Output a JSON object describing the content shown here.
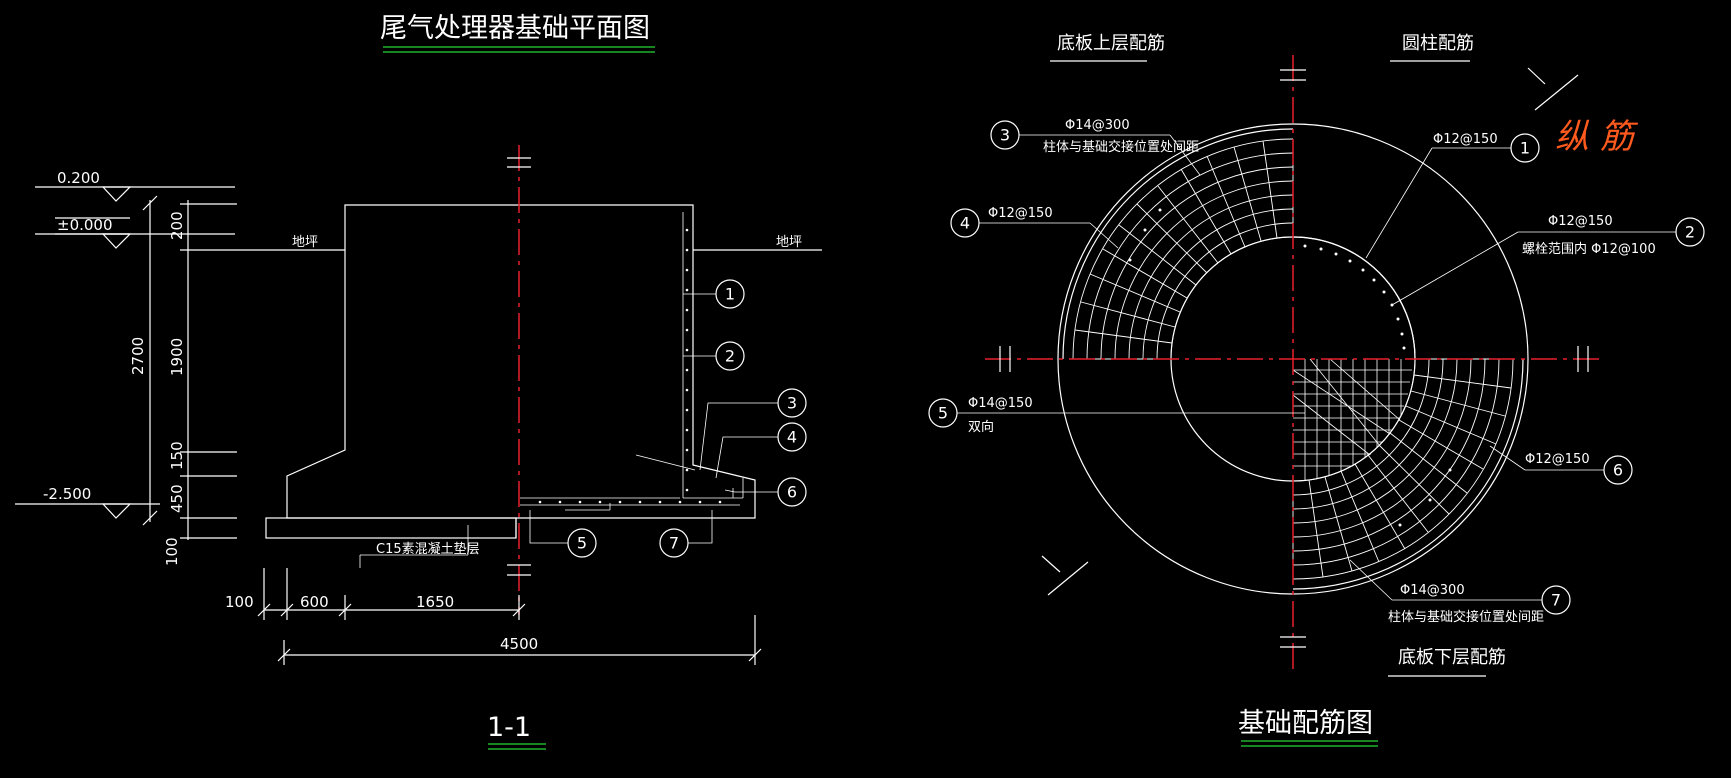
{
  "colors": {
    "background": "#000000",
    "line": "#ffffff",
    "axis": "#e8202a",
    "title_underline": "#1fb32a",
    "handwriting": "#ff5a1e"
  },
  "left": {
    "title": "尾气处理器基础平面图",
    "section_label": "1-1",
    "elev_top": "0.200",
    "elev_zero": "±0.000",
    "elev_bottom": "-2.500",
    "ground_left": "地坪",
    "ground_right": "地坪",
    "dim_v_total": "2700",
    "dim_v_200": "200",
    "dim_v_1900": "1900",
    "dim_v_150": "150",
    "dim_v_450": "450",
    "dim_v_100": "100",
    "dim_h_100": "100",
    "dim_h_600": "600",
    "dim_h_1650": "1650",
    "dim_h_4500": "4500",
    "cushion_note": "C15素混凝土垫层",
    "markers": [
      "1",
      "2",
      "3",
      "4",
      "6",
      "5",
      "7"
    ]
  },
  "right": {
    "title": "基础配筋图",
    "label_top_left": "底板上层配筋",
    "label_top_right": "圆柱配筋",
    "label_bottom": "底板下层配筋",
    "handwriting": "纵 筋",
    "callouts": [
      {
        "num": "3",
        "line1": "Φ14@300",
        "line2": "柱体与基础交接位置处间距"
      },
      {
        "num": "4",
        "line1": "Φ12@150"
      },
      {
        "num": "5",
        "line1": "Φ14@150",
        "line2": "双向"
      },
      {
        "num": "1",
        "line1": "Φ12@150"
      },
      {
        "num": "2",
        "line1": "Φ12@150",
        "line2": "螺栓范围内   Φ12@100"
      },
      {
        "num": "6",
        "line1": "Φ12@150"
      },
      {
        "num": "7",
        "line1": "Φ14@300",
        "line2": "柱体与基础交接位置处间距"
      }
    ]
  }
}
